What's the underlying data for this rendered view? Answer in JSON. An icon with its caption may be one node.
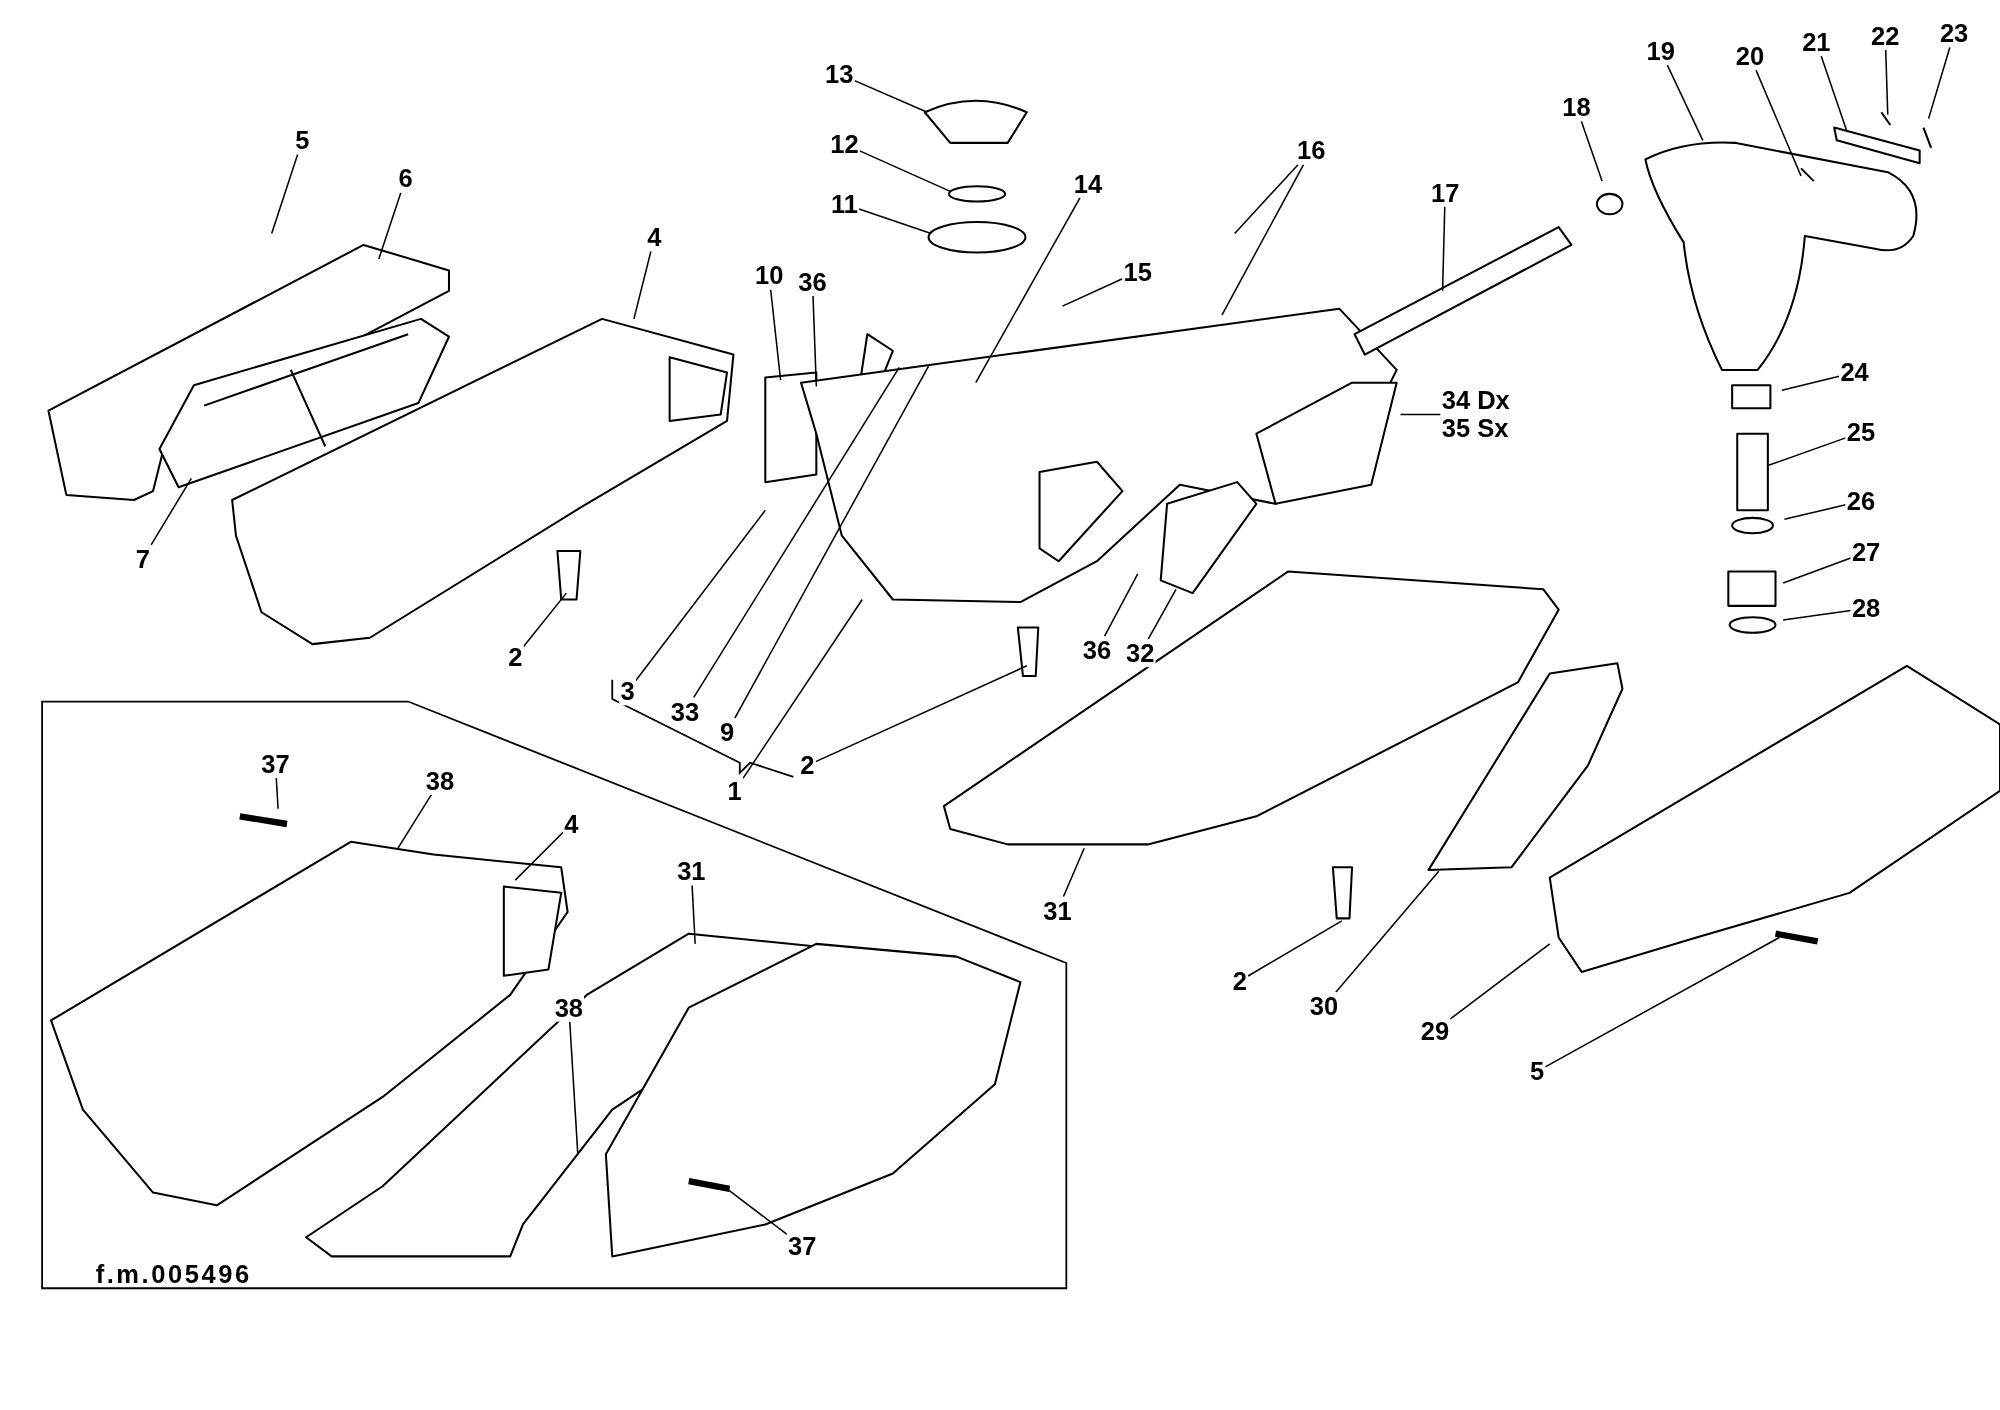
{
  "diagram": {
    "nodes": [
      {
        "text": [
          "5"
        ]
      },
      {
        "text": [
          "6"
        ]
      },
      {
        "text": [
          "4"
        ]
      },
      {
        "text": [
          "7"
        ]
      },
      {
        "text": [
          "2"
        ]
      },
      {
        "text": [
          "13"
        ]
      },
      {
        "text": [
          "12"
        ]
      },
      {
        "text": [
          "11"
        ]
      },
      {
        "text": [
          "14"
        ]
      },
      {
        "text": [
          "10"
        ]
      },
      {
        "text": [
          "36"
        ]
      },
      {
        "text": [
          "15"
        ]
      },
      {
        "text": [
          "16"
        ]
      },
      {
        "text": [
          "17"
        ]
      },
      {
        "text": [
          "18"
        ]
      },
      {
        "text": [
          "19"
        ]
      },
      {
        "text": [
          "20"
        ]
      },
      {
        "text": [
          "21"
        ]
      },
      {
        "text": [
          "22"
        ]
      },
      {
        "text": [
          "23"
        ]
      },
      {
        "text": [
          "24"
        ]
      },
      {
        "text": [
          "25"
        ]
      },
      {
        "text": [
          "26"
        ]
      },
      {
        "text": [
          "27"
        ]
      },
      {
        "text": [
          "28"
        ]
      },
      {
        "text": [
          "34 Dx",
          "35 Sx"
        ]
      },
      {
        "text": [
          "3"
        ]
      },
      {
        "text": [
          "33"
        ]
      },
      {
        "text": [
          "9"
        ]
      },
      {
        "text": [
          "1"
        ]
      },
      {
        "text": [
          "2"
        ]
      },
      {
        "text": [
          "36"
        ]
      },
      {
        "text": [
          "32"
        ]
      },
      {
        "text": [
          "31"
        ]
      },
      {
        "text": [
          "2"
        ]
      },
      {
        "text": [
          "30"
        ]
      },
      {
        "text": [
          "29"
        ]
      },
      {
        "text": [
          "5"
        ]
      },
      {
        "text": [
          "37"
        ]
      },
      {
        "text": [
          "38"
        ]
      },
      {
        "text": [
          "4"
        ]
      },
      {
        "text": [
          "31"
        ]
      },
      {
        "text": [
          "38"
        ]
      },
      {
        "text": [
          "37"
        ]
      }
    ],
    "edges": [
      {
        "from": 0,
        "to": null,
        "arrow": "none"
      },
      {
        "from": 1,
        "to": null,
        "arrow": "none"
      },
      {
        "from": 2,
        "to": null,
        "arrow": "none"
      },
      {
        "from": 3,
        "to": null,
        "arrow": "none"
      },
      {
        "from": 4,
        "to": null,
        "arrow": "none"
      },
      {
        "from": 5,
        "to": null,
        "arrow": "none"
      },
      {
        "from": 6,
        "to": null,
        "arrow": "none"
      },
      {
        "from": 7,
        "to": null,
        "arrow": "none"
      },
      {
        "from": 8,
        "to": null,
        "arrow": "none"
      },
      {
        "from": 9,
        "to": null,
        "arrow": "none"
      },
      {
        "from": 10,
        "to": null,
        "arrow": "none"
      },
      {
        "from": 11,
        "to": null,
        "arrow": "none"
      },
      {
        "from": 12,
        "to": null,
        "arrow": "none"
      },
      {
        "from": 12,
        "to": null,
        "arrow": "none"
      },
      {
        "from": 13,
        "to": null,
        "arrow": "none"
      },
      {
        "from": 14,
        "to": null,
        "arrow": "none"
      },
      {
        "from": 15,
        "to": null,
        "arrow": "none"
      },
      {
        "from": 16,
        "to": null,
        "arrow": "none"
      },
      {
        "from": 17,
        "to": null,
        "arrow": "none"
      },
      {
        "from": 18,
        "to": null,
        "arrow": "none"
      },
      {
        "from": 19,
        "to": null,
        "arrow": "none"
      },
      {
        "from": 20,
        "to": null,
        "arrow": "none"
      },
      {
        "from": 21,
        "to": null,
        "arrow": "none"
      },
      {
        "from": 22,
        "to": null,
        "arrow": "none"
      },
      {
        "from": 23,
        "to": null,
        "arrow": "none"
      },
      {
        "from": 24,
        "to": null,
        "arrow": "none"
      },
      {
        "from": 25,
        "to": null,
        "arrow": "none"
      },
      {
        "from": 26,
        "to": null,
        "arrow": "none"
      },
      {
        "from": 27,
        "to": null,
        "arrow": "none"
      },
      {
        "from": 28,
        "to": null,
        "arrow": "none"
      },
      {
        "from": 29,
        "to": null,
        "arrow": "none"
      },
      {
        "from": 30,
        "to": null,
        "arrow": "none"
      },
      {
        "from": 31,
        "to": null,
        "arrow": "none"
      },
      {
        "from": 32,
        "to": null,
        "arrow": "none"
      },
      {
        "from": 33,
        "to": null,
        "arrow": "none"
      },
      {
        "from": 34,
        "to": null,
        "arrow": "none"
      },
      {
        "from": 35,
        "to": null,
        "arrow": "none"
      },
      {
        "from": 36,
        "to": null,
        "arrow": "none"
      },
      {
        "from": 37,
        "to": null,
        "arrow": "none"
      },
      {
        "from": 38,
        "to": null,
        "arrow": "none"
      },
      {
        "from": 39,
        "to": null,
        "arrow": "none"
      },
      {
        "from": 40,
        "to": null,
        "arrow": "none"
      },
      {
        "from": 41,
        "to": null,
        "arrow": "none"
      },
      {
        "from": 42,
        "to": null,
        "arrow": "none"
      },
      {
        "from": 43,
        "to": null,
        "arrow": "none"
      }
    ],
    "labels": [
      "f.m.005496"
    ]
  }
}
